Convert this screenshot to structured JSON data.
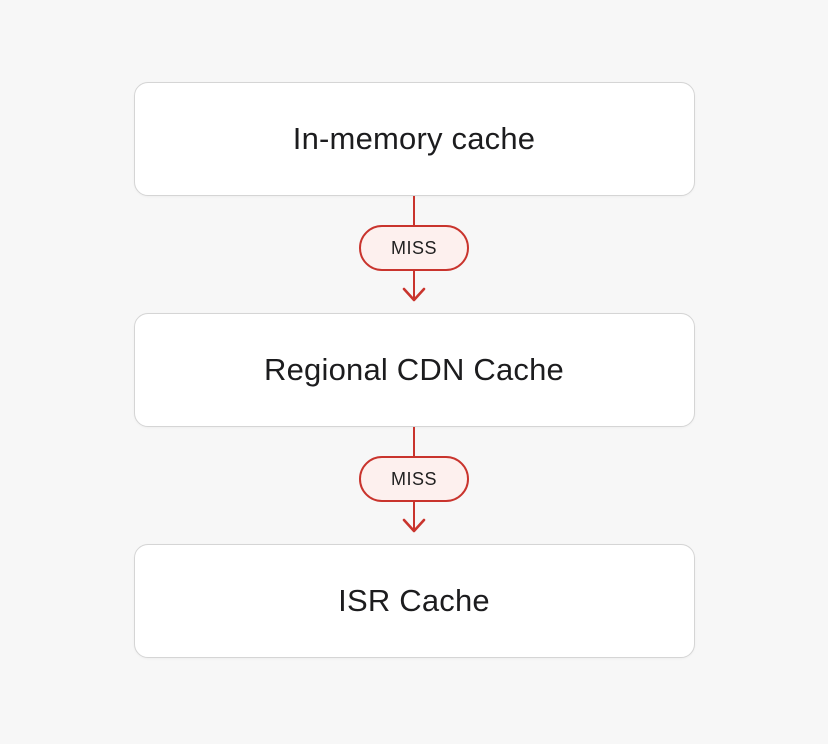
{
  "page": {
    "background_color": "#f7f7f7",
    "accent_red": "#c9342d",
    "pill_background": "#fdf0ee",
    "node_background": "#ffffff",
    "node_border_color": "#d5d5d5",
    "text_color": "#1c1c1e"
  },
  "diagram": {
    "nodes": [
      {
        "label": "In-memory cache"
      },
      {
        "label": "Regional CDN Cache"
      },
      {
        "label": "ISR Cache"
      }
    ],
    "connectors": [
      {
        "label": "MISS"
      },
      {
        "label": "MISS"
      }
    ]
  }
}
